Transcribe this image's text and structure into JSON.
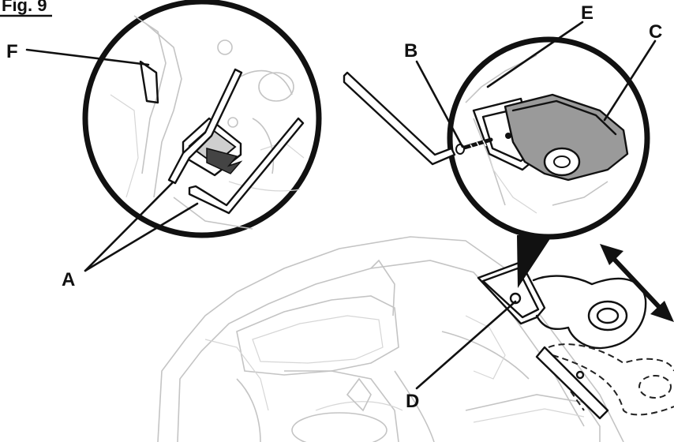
{
  "figure": {
    "title": "Fig. 9"
  },
  "labels": {
    "a": "A",
    "b": "B",
    "c": "C",
    "d": "D",
    "e": "E",
    "f": "F"
  },
  "colors": {
    "ink": "#111111",
    "ghost": "#c4c4c4",
    "part_fill": "#9a9a9a"
  }
}
